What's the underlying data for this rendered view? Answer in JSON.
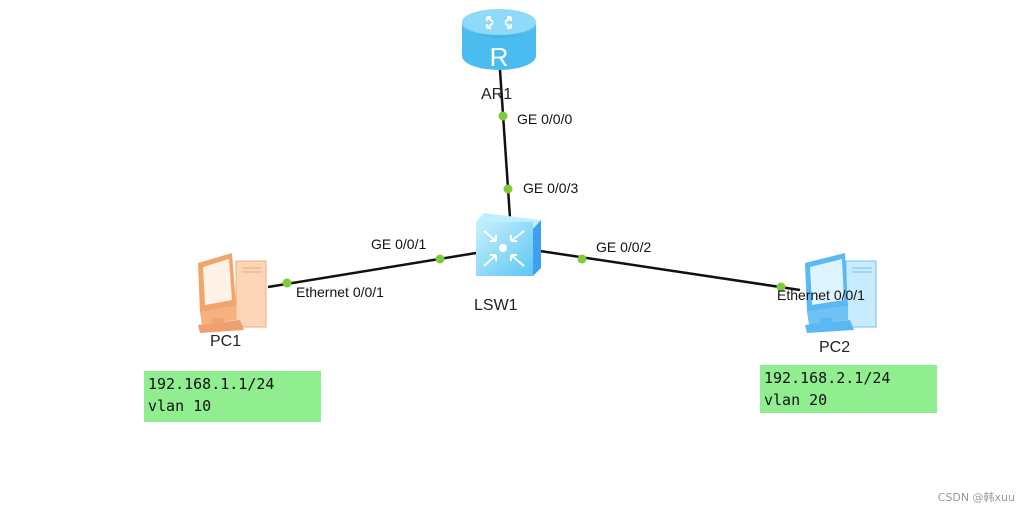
{
  "devices": {
    "router": {
      "name": "AR1",
      "type": "router",
      "icon": "router-icon",
      "glyph": "R",
      "color": "#5bc8f5"
    },
    "switch": {
      "name": "LSW1",
      "type": "switch",
      "icon": "switch-icon",
      "color": "#6fd0f7"
    },
    "pc1": {
      "name": "PC1",
      "type": "pc",
      "icon": "pc-icon",
      "color": "#f7b98a"
    },
    "pc2": {
      "name": "PC2",
      "type": "pc",
      "icon": "pc-icon",
      "color": "#7cc8f7"
    }
  },
  "links": [
    {
      "from": "AR1",
      "from_port": "GE 0/0/0",
      "to": "LSW1",
      "to_port": "GE 0/0/3"
    },
    {
      "from": "LSW1",
      "from_port": "GE 0/0/1",
      "to": "PC1",
      "to_port": "Ethernet 0/0/1"
    },
    {
      "from": "LSW1",
      "from_port": "GE 0/0/2",
      "to": "PC2",
      "to_port": "Ethernet 0/0/1"
    }
  ],
  "notes": {
    "pc1": {
      "line1": "192.168.1.1/24",
      "line2": "vlan 10"
    },
    "pc2": {
      "line1": "192.168.2.1/24",
      "line2": "vlan 20"
    }
  },
  "colors": {
    "link": "#111111",
    "port_dot": "#7ccc3a",
    "note_bg": "#90ee90"
  },
  "watermark": "CSDN @韩xuu"
}
